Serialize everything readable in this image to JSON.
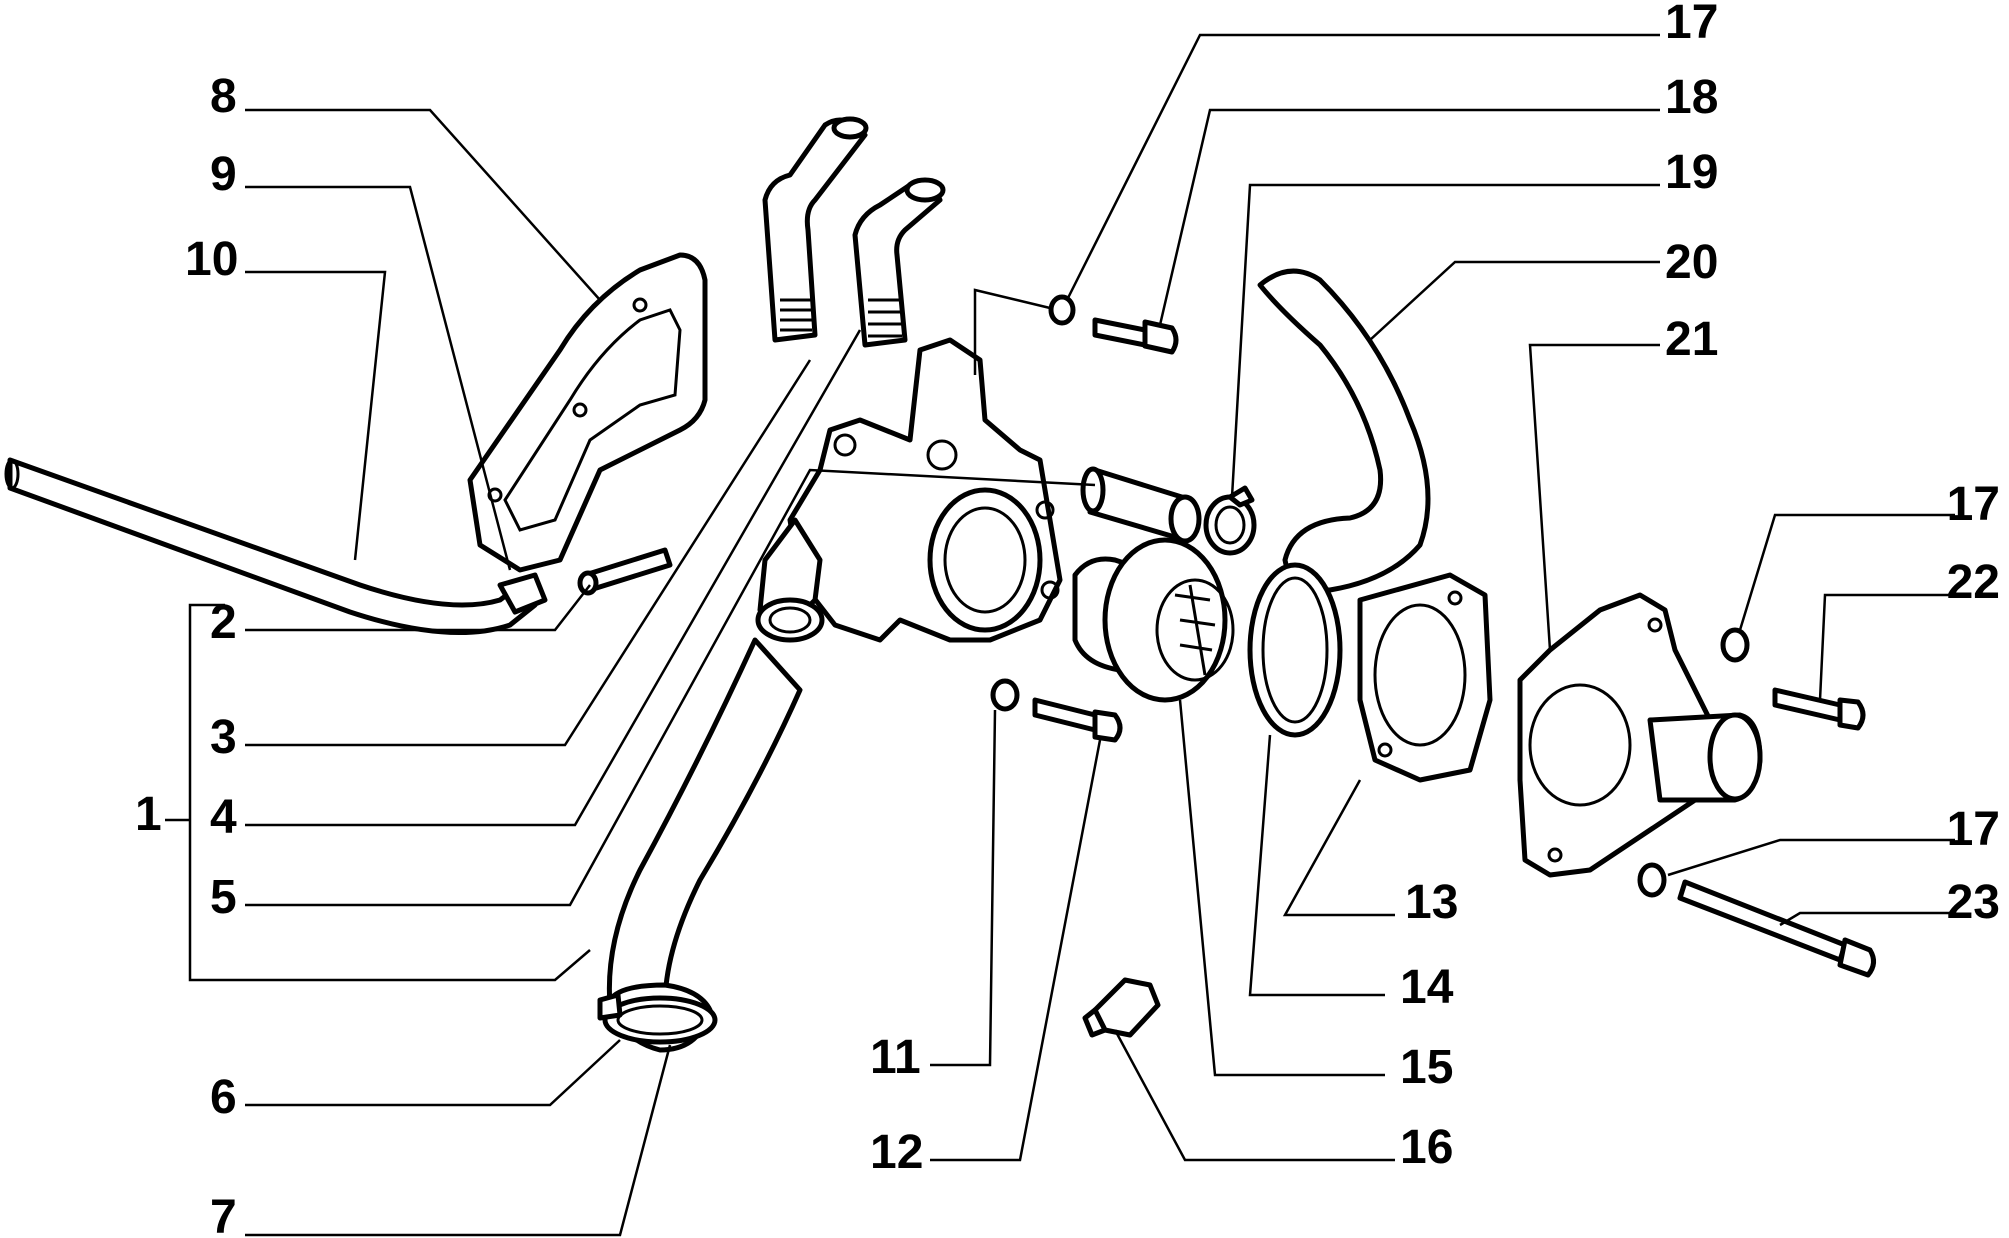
{
  "labels": {
    "p1": "1",
    "p2": "2",
    "p3": "3",
    "p4": "4",
    "p5": "5",
    "p6": "6",
    "p7": "7",
    "p8": "8",
    "p9": "9",
    "p10": "10",
    "p11": "11",
    "p12": "12",
    "p13": "13",
    "p14": "14",
    "p15": "15",
    "p16": "16",
    "p17a": "17",
    "p17b": "17",
    "p17c": "17",
    "p18": "18",
    "p19": "19",
    "p20": "20",
    "p21": "21",
    "p22": "22",
    "p23": "23"
  }
}
